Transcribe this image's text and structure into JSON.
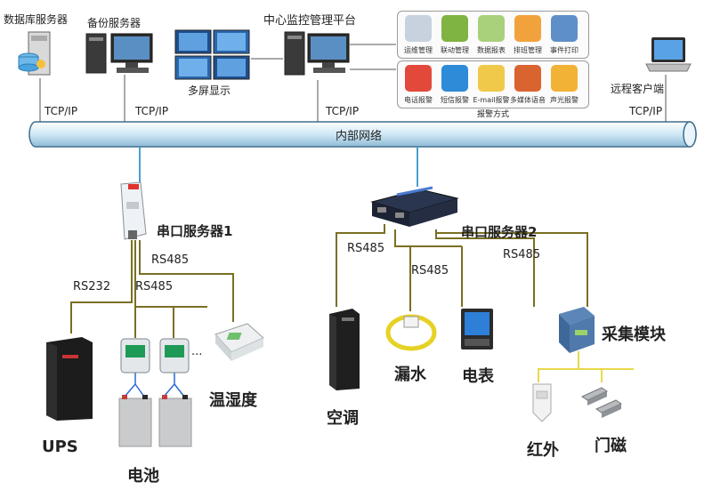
{
  "servers": {
    "database": "数据库服务器",
    "backup": "备份服务器",
    "multiscreen": "多屏显示",
    "central": "中心监控管理平台",
    "remote_client": "远程客户端"
  },
  "functions": [
    "运维管理",
    "联动管理",
    "数据报表",
    "排班管理",
    "事件打印"
  ],
  "alarms": [
    "电话报警",
    "短信报警",
    "E-mail报警",
    "多媒体语音",
    "声光报警"
  ],
  "alarm_group_label": "报警方式",
  "network": {
    "label": "内部网络",
    "tcp_labels": [
      "TCP/IP",
      "TCP/IP",
      "TCP/IP",
      "TCP/IP"
    ]
  },
  "serial1": {
    "name": "串口服务器1",
    "links": [
      "RS485",
      "RS232",
      "RS485"
    ],
    "devices": {
      "ups": "UPS",
      "battery": "电池",
      "temp_humidity": "温湿度",
      "ellipsis": "···"
    }
  },
  "serial2": {
    "name": "串口服务器2",
    "links": [
      "RS485",
      "RS485",
      "RS485"
    ],
    "devices": {
      "ac": "空调",
      "water_leak": "漏水",
      "meter": "电表",
      "collector": "采集模块",
      "infrared": "红外",
      "door_magnet": "门磁"
    }
  },
  "colors": {
    "bus_fill": "#cfe8f5",
    "bus_stroke": "#3f6e8c",
    "rs_wire": "#7a6f22",
    "sensor_wire": "#e8d94a",
    "ip_wire": "#4a9ed0"
  }
}
